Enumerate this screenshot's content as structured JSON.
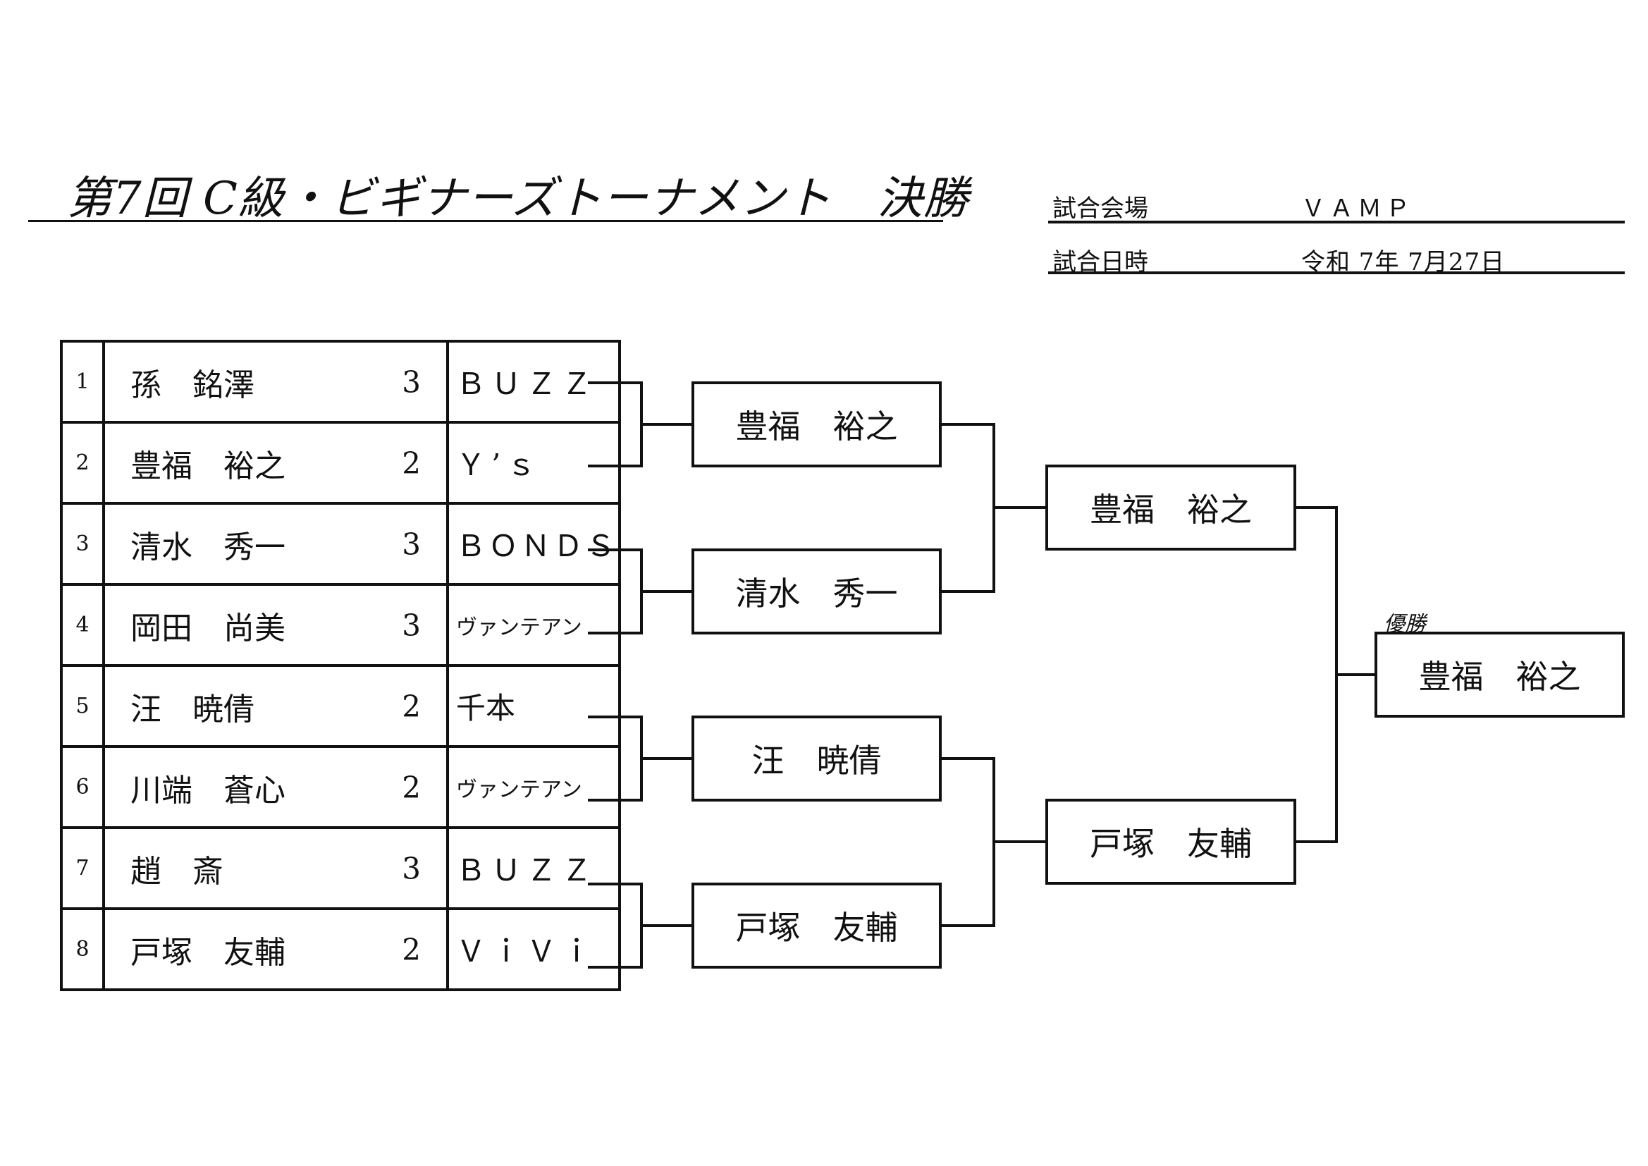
{
  "header": {
    "title": "第7回 C級・ビギナーズトーナメント　決勝",
    "venue_label": "試合会場",
    "venue_value": "ＶＡＭＰ",
    "date_label": "試合日時",
    "date_value": "令和 7年 7月27日"
  },
  "entries": [
    {
      "seed": "1",
      "name": "孫　銘澤",
      "score": "3",
      "club": "ＢＵＺＺ"
    },
    {
      "seed": "2",
      "name": "豊福　裕之",
      "score": "2",
      "club": "Ｙ’ｓ"
    },
    {
      "seed": "3",
      "name": "清水　秀一",
      "score": "3",
      "club": "ＢＯＮＤＳ"
    },
    {
      "seed": "4",
      "name": "岡田　尚美",
      "score": "3",
      "club": "ヴァンテアン"
    },
    {
      "seed": "5",
      "name": "汪　暁倩",
      "score": "2",
      "club": "千本"
    },
    {
      "seed": "6",
      "name": "川端　蒼心",
      "score": "2",
      "club": "ヴァンテアン"
    },
    {
      "seed": "7",
      "name": "趙　斎",
      "score": "3",
      "club": "ＢＵＺＺ"
    },
    {
      "seed": "8",
      "name": "戸塚　友輔",
      "score": "2",
      "club": "ＶｉＶｉ"
    }
  ],
  "round2": [
    "豊福　裕之",
    "清水　秀一",
    "汪　暁倩",
    "戸塚　友輔"
  ],
  "semifinal": [
    "豊福　裕之",
    "戸塚　友輔"
  ],
  "champion_label": "優勝",
  "champion": "豊福　裕之"
}
